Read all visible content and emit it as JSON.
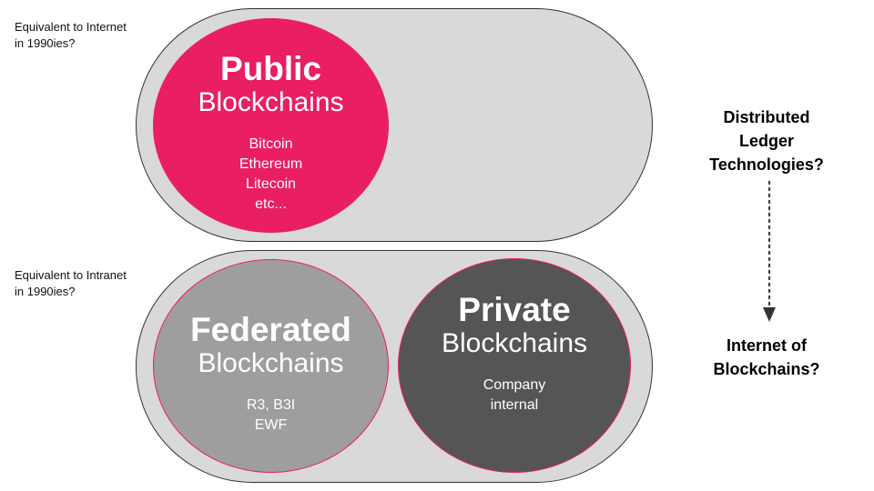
{
  "notes": {
    "internet": "Equivalent to Internet\nin 1990ies?",
    "intranet": "Equivalent to Intranet\nin 1990ies?"
  },
  "public": {
    "title": "Public",
    "subtitle": "Blockchains",
    "items": [
      "Bitcoin",
      "Ethereum",
      "Litecoin",
      "etc..."
    ],
    "color": "#e91e63"
  },
  "federated": {
    "title": "Federated",
    "subtitle": "Blockchains",
    "items": [
      "R3, B3I",
      "EWF"
    ],
    "color": "#9e9e9e"
  },
  "private": {
    "title": "Private",
    "subtitle": "Blockchains",
    "items": [
      "Company",
      "internal"
    ],
    "color": "#555555"
  },
  "right": {
    "top_label": "Distributed\nLedger\nTechnologies?",
    "bottom_label": "Internet of\nBlockchains?"
  }
}
